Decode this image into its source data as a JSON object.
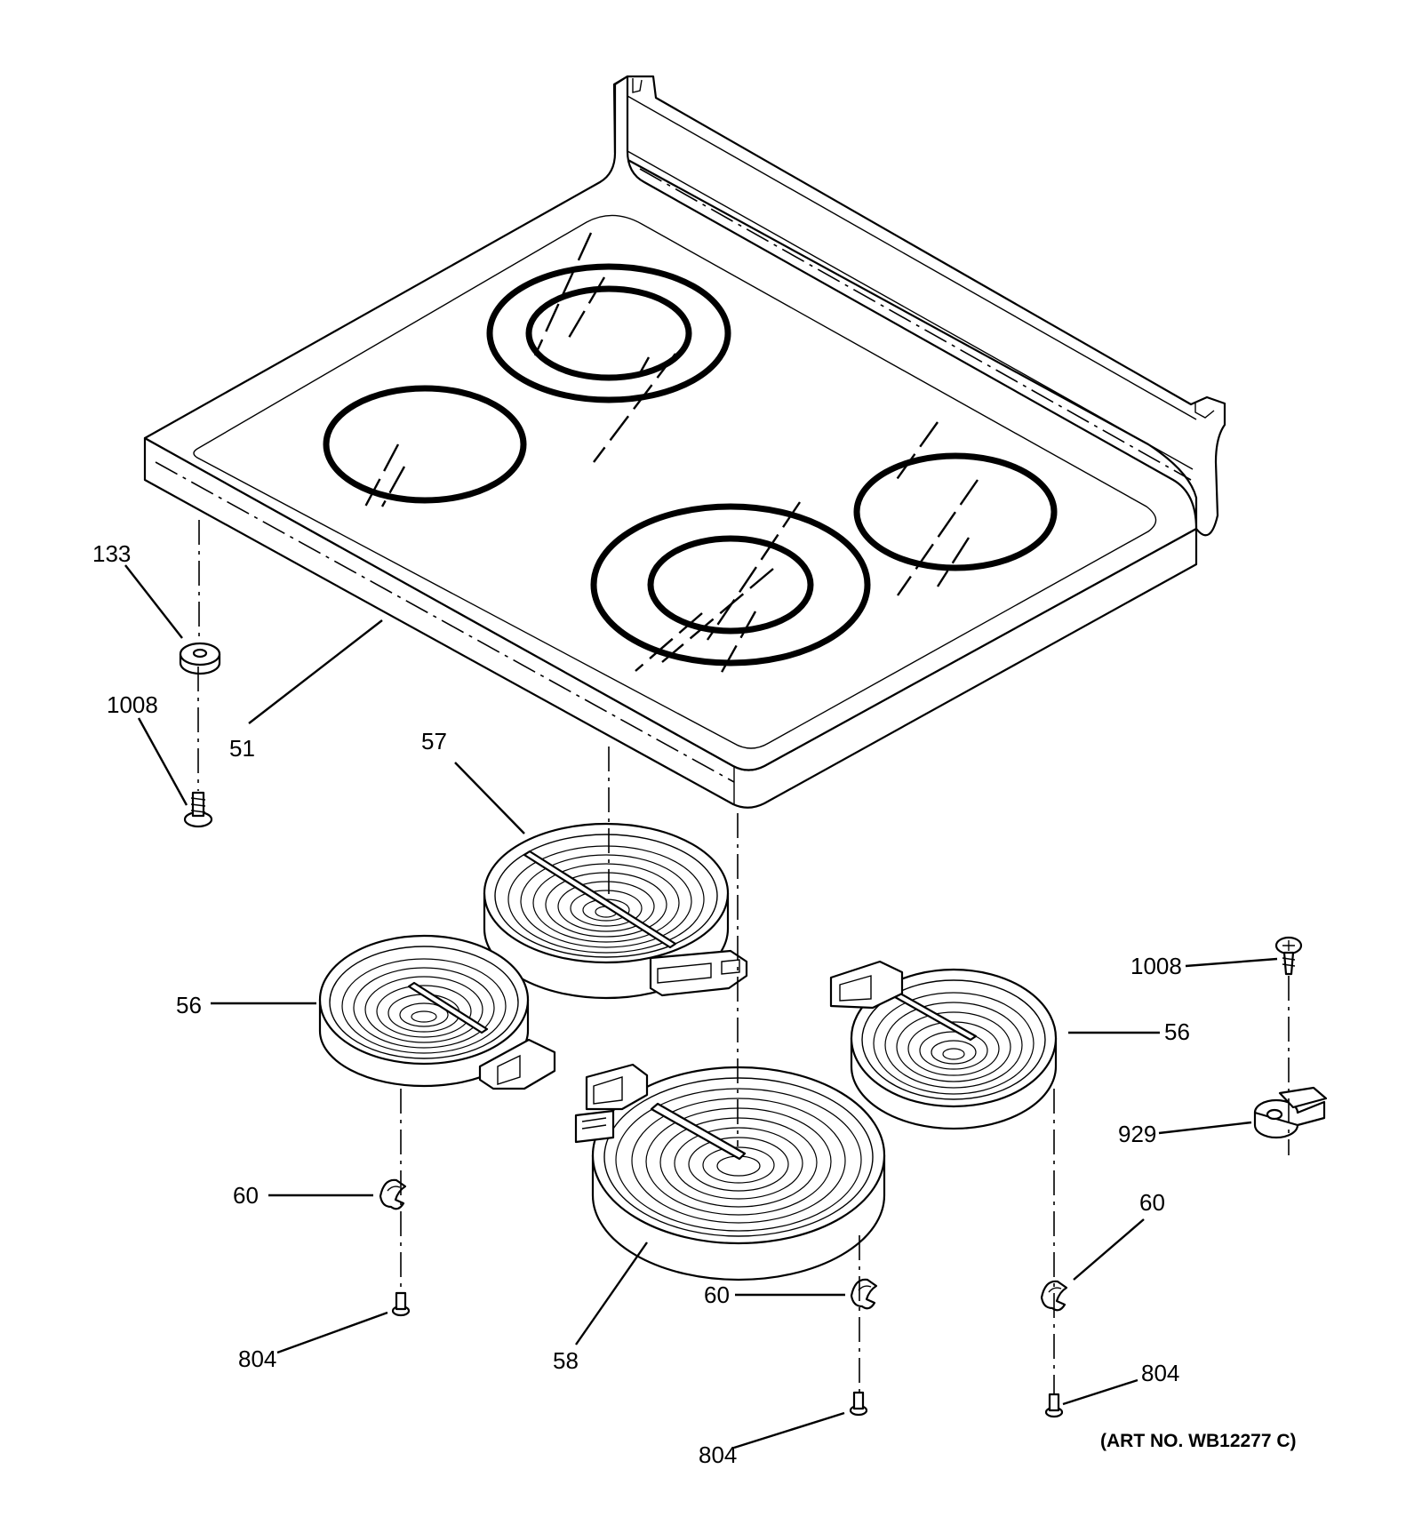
{
  "art_number": "(ART NO. WB12277 C)",
  "callouts": {
    "c133": "133",
    "c1008_left": "1008",
    "c51": "51",
    "c57": "57",
    "c56_left": "56",
    "c56_right": "56",
    "c1008_right": "1008",
    "c929": "929",
    "c60_left": "60",
    "c60_center": "60",
    "c60_right": "60",
    "c58": "58",
    "c804_left": "804",
    "c804_center": "804",
    "c804_right": "804"
  }
}
